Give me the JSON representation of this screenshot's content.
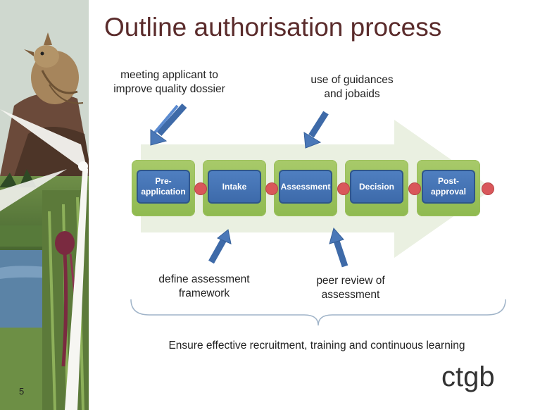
{
  "slide": {
    "title": "Outline authorisation process",
    "page_number": "5",
    "logo_text": "ctgb"
  },
  "notes": {
    "top_left": [
      "meeting applicant to",
      "improve quality dossier"
    ],
    "top_right": [
      "use of guidances",
      "and jobaids"
    ],
    "bottom_left": [
      "define assessment",
      "framework"
    ],
    "bottom_right": [
      "peer review of",
      "assessment"
    ],
    "bottom": "Ensure effective recruitment, training and continuous learning"
  },
  "steps": [
    {
      "lines": [
        "Pre-",
        "application"
      ]
    },
    {
      "lines": [
        "Intake"
      ]
    },
    {
      "lines": [
        "Assessment"
      ]
    },
    {
      "lines": [
        "Decision"
      ]
    },
    {
      "lines": [
        "Post-",
        "approval"
      ]
    }
  ],
  "colors": {
    "title": "#5a2b2b",
    "step_outer": "#9bbf5c",
    "step_inner": "#4472b4",
    "connector_dot": "#d9575a",
    "arrow": "#4a78b8",
    "background_arrow": "#e4ecd6"
  },
  "icons": [
    "skylark-bird-photo",
    "wind-turbine-photo",
    "beetroot-photo",
    "bracket"
  ]
}
